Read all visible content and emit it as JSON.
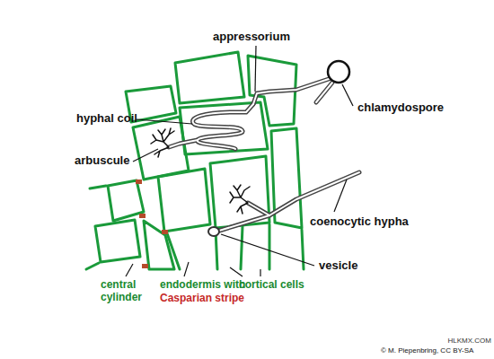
{
  "diagram": {
    "labels": [
      "appressorium",
      "hyphal coil",
      "arbuscule",
      "chlamydospore",
      "coenocytic hypha",
      "vesicle",
      "central cylinder",
      "endodermis with",
      "Casparian stripe",
      "cortical cells",
      "© M. Piepenbring, CC BY-SA",
      "HLKMX.COM"
    ]
  }
}
